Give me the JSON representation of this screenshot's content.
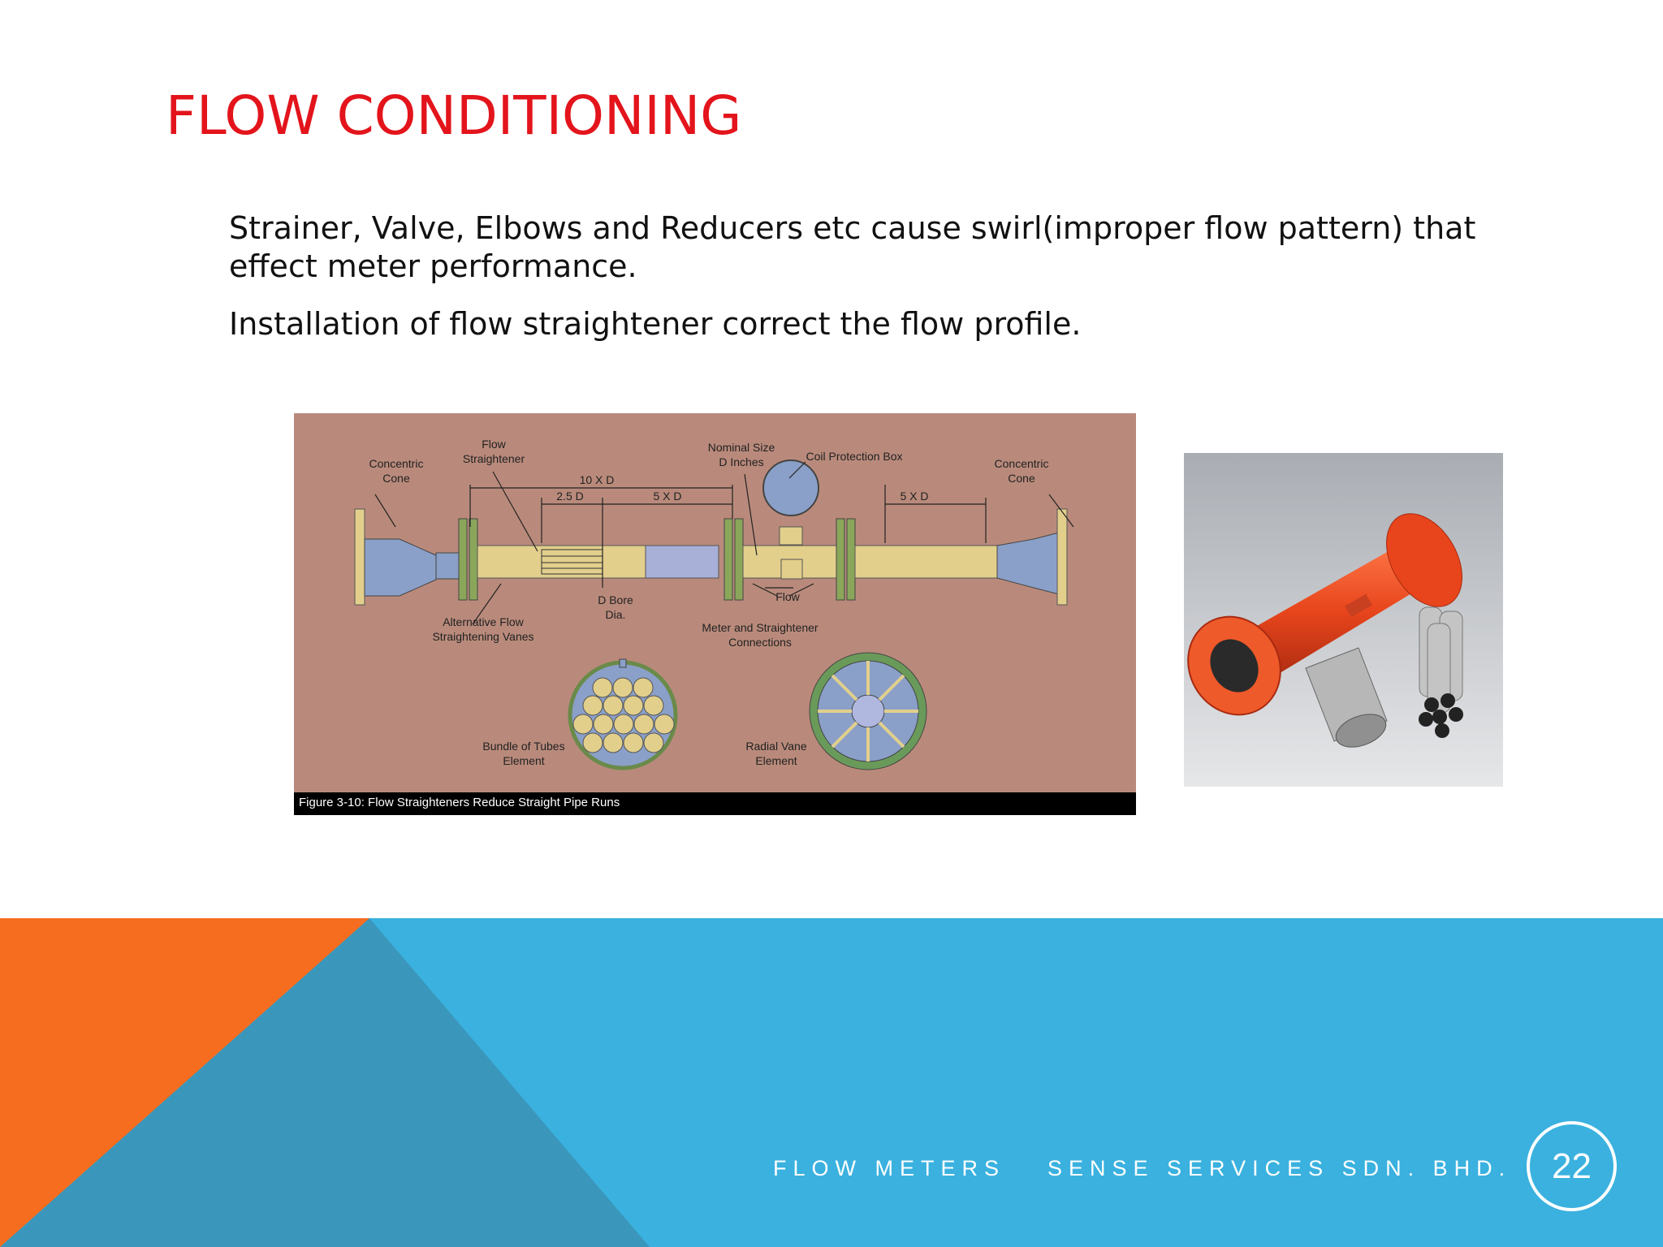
{
  "slide": {
    "title": "FLOW CONDITIONING",
    "paragraphs": [
      "Strainer, Valve, Elbows and Reducers etc cause swirl(improper flow pattern) that effect meter performance.",
      "Installation of flow straightener correct the flow profile."
    ],
    "figure": {
      "labels": {
        "concentric_cone_left": [
          "Concentric",
          "Cone"
        ],
        "flow_straightener": [
          "Flow",
          "Straightener"
        ],
        "ten_xd": "10 X D",
        "two_five_d": "2.5 D",
        "five_xd_left": "5 X D",
        "nominal_size": [
          "Nominal Size",
          "D Inches"
        ],
        "coil_protection_box": "Coil Protection Box",
        "concentric_cone_right": [
          "Concentric",
          "Cone"
        ],
        "five_xd_right": "5 X D",
        "d_bore": [
          "D Bore",
          "Dia."
        ],
        "flow": "Flow",
        "alt_vanes": [
          "Alternative Flow",
          "Straightening Vanes"
        ],
        "meter_connections": [
          "Meter and Straightener",
          "Connections"
        ],
        "bundle_tubes": [
          "Bundle of Tubes",
          "Element"
        ],
        "radial_vane": [
          "Radial Vane",
          "Element"
        ]
      },
      "caption": "Figure 3-10: Flow Straighteners Reduce Straight Pipe Runs"
    },
    "footer": {
      "left_text": "FLOW METERS",
      "right_text": "SENSE SERVICES SDN. BHD.",
      "page_number": "22"
    },
    "colors": {
      "title": "#e3141b",
      "footer_blue": "#3ab1df",
      "footer_dark_blue": "#3a97bb",
      "footer_orange": "#f76d1f",
      "figure_bg": "#b98a7b"
    }
  }
}
